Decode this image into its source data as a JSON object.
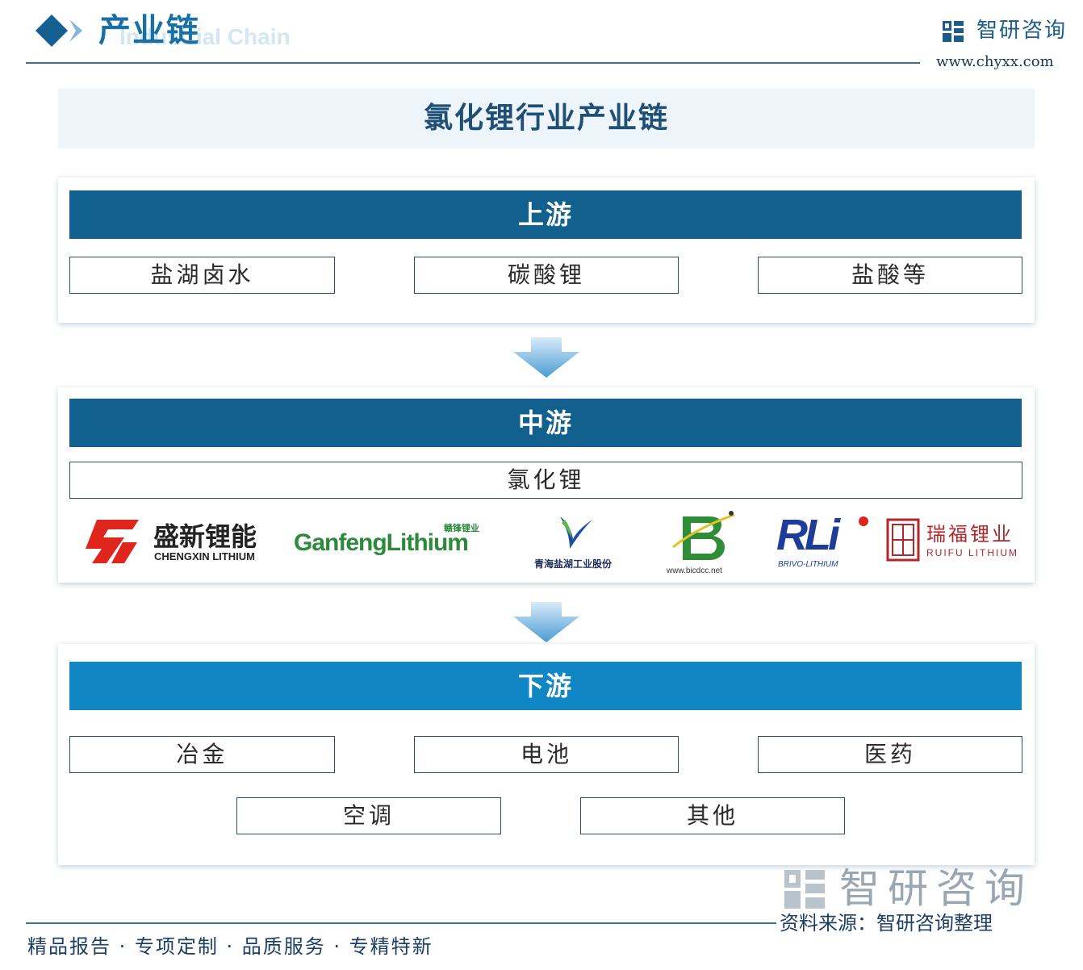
{
  "header": {
    "title": "产业链",
    "subtitle": "Industrial Chain",
    "brand_name": "智研咨询",
    "brand_url": "www.chyxx.com"
  },
  "diagram": {
    "title": "氯化锂行业产业链",
    "upstream": {
      "label": "上游",
      "items": [
        "盐湖卤水",
        "碳酸锂",
        "盐酸等"
      ]
    },
    "midstream": {
      "label": "中游",
      "items": [
        "氯化锂"
      ],
      "companies": [
        {
          "name_cn": "盛新锂能",
          "name_en": "CHENGXIN LITHIUM"
        },
        {
          "name_cn": "赣锋锂业",
          "name_en": "GanfengLithium"
        },
        {
          "name_cn": "青海盐湖工业股份"
        },
        {
          "name_en": "www.bicdcc.net"
        },
        {
          "name_en": "RLi",
          "tagline": "BRIVO-LITHIUM"
        },
        {
          "name_cn": "瑞福锂业",
          "name_en": "RUIFU LITHIUM"
        }
      ]
    },
    "downstream": {
      "label": "下游",
      "items": [
        "冶金",
        "电池",
        "医药",
        "空调",
        "其他"
      ]
    }
  },
  "footer": {
    "watermark": "智研咨询",
    "source": "资料来源：智研咨询整理",
    "slogan": "精品报告 · 专项定制 · 品质服务 · 专精特新"
  },
  "colors": {
    "band_dark": "#11608d",
    "band_light": "#1186c4",
    "title_bg": "#edf4fa",
    "accent": "#1a6fa3"
  }
}
